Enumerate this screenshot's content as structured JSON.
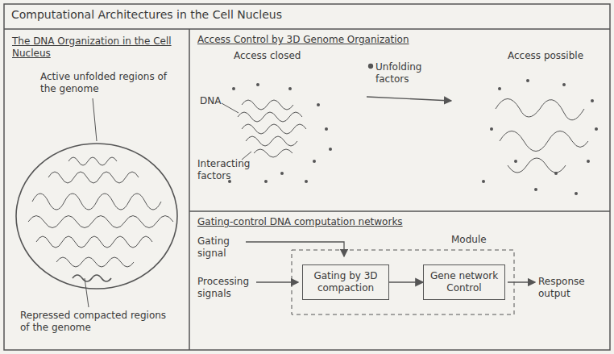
{
  "diagram": {
    "title": "Computational Architectures in the Cell Nucleus",
    "nodes": [
      {
        "text": [
          "The DNA Organization in the Cell Nucleus"
        ]
      },
      {
        "text": [
          "Access Control by 3D Genome Organization"
        ]
      },
      {
        "text": [
          "Gating-control DNA computation networks"
        ]
      },
      {
        "text": [
          "Gating by 3D compaction"
        ],
        "in": 2
      },
      {
        "text": [
          "Gene network Control"
        ],
        "in": 2
      }
    ],
    "edges": [
      {
        "from": 3,
        "to": 4,
        "arrow": "to"
      }
    ],
    "labels": [
      "Active unfolded regions of the genome",
      "Repressed compacted regions of the genome",
      "Access closed",
      "DNA",
      "Interacting factors",
      "Unfolding factors",
      "Access possible",
      "Gating signal",
      "Processing signals",
      "Module",
      "Response output"
    ]
  }
}
